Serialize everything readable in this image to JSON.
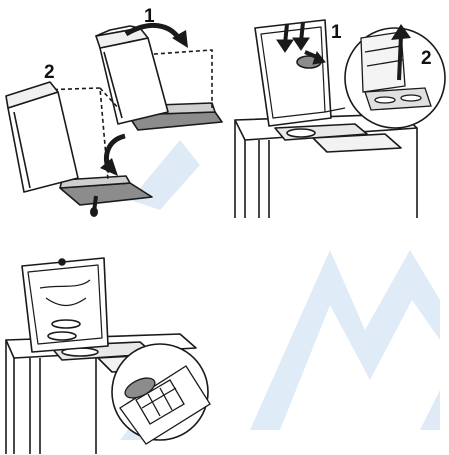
{
  "panels": [
    {
      "id": "remove-filter-tray",
      "step_labels": [
        "1",
        "2"
      ]
    },
    {
      "id": "clean-filter",
      "step_labels": [
        "1",
        "2"
      ]
    },
    {
      "id": "lid-open-filter-close-up"
    },
    {
      "id": "watermark-only"
    }
  ],
  "colors": {
    "ink": "#1a1a1a",
    "watermark": "#dbe9f6",
    "tray": "#8c8c8c",
    "background": "#ffffff"
  },
  "icons": [
    "curved-arrow-icon",
    "down-arrow-icon",
    "up-arrow-icon",
    "watermark-logo"
  ]
}
